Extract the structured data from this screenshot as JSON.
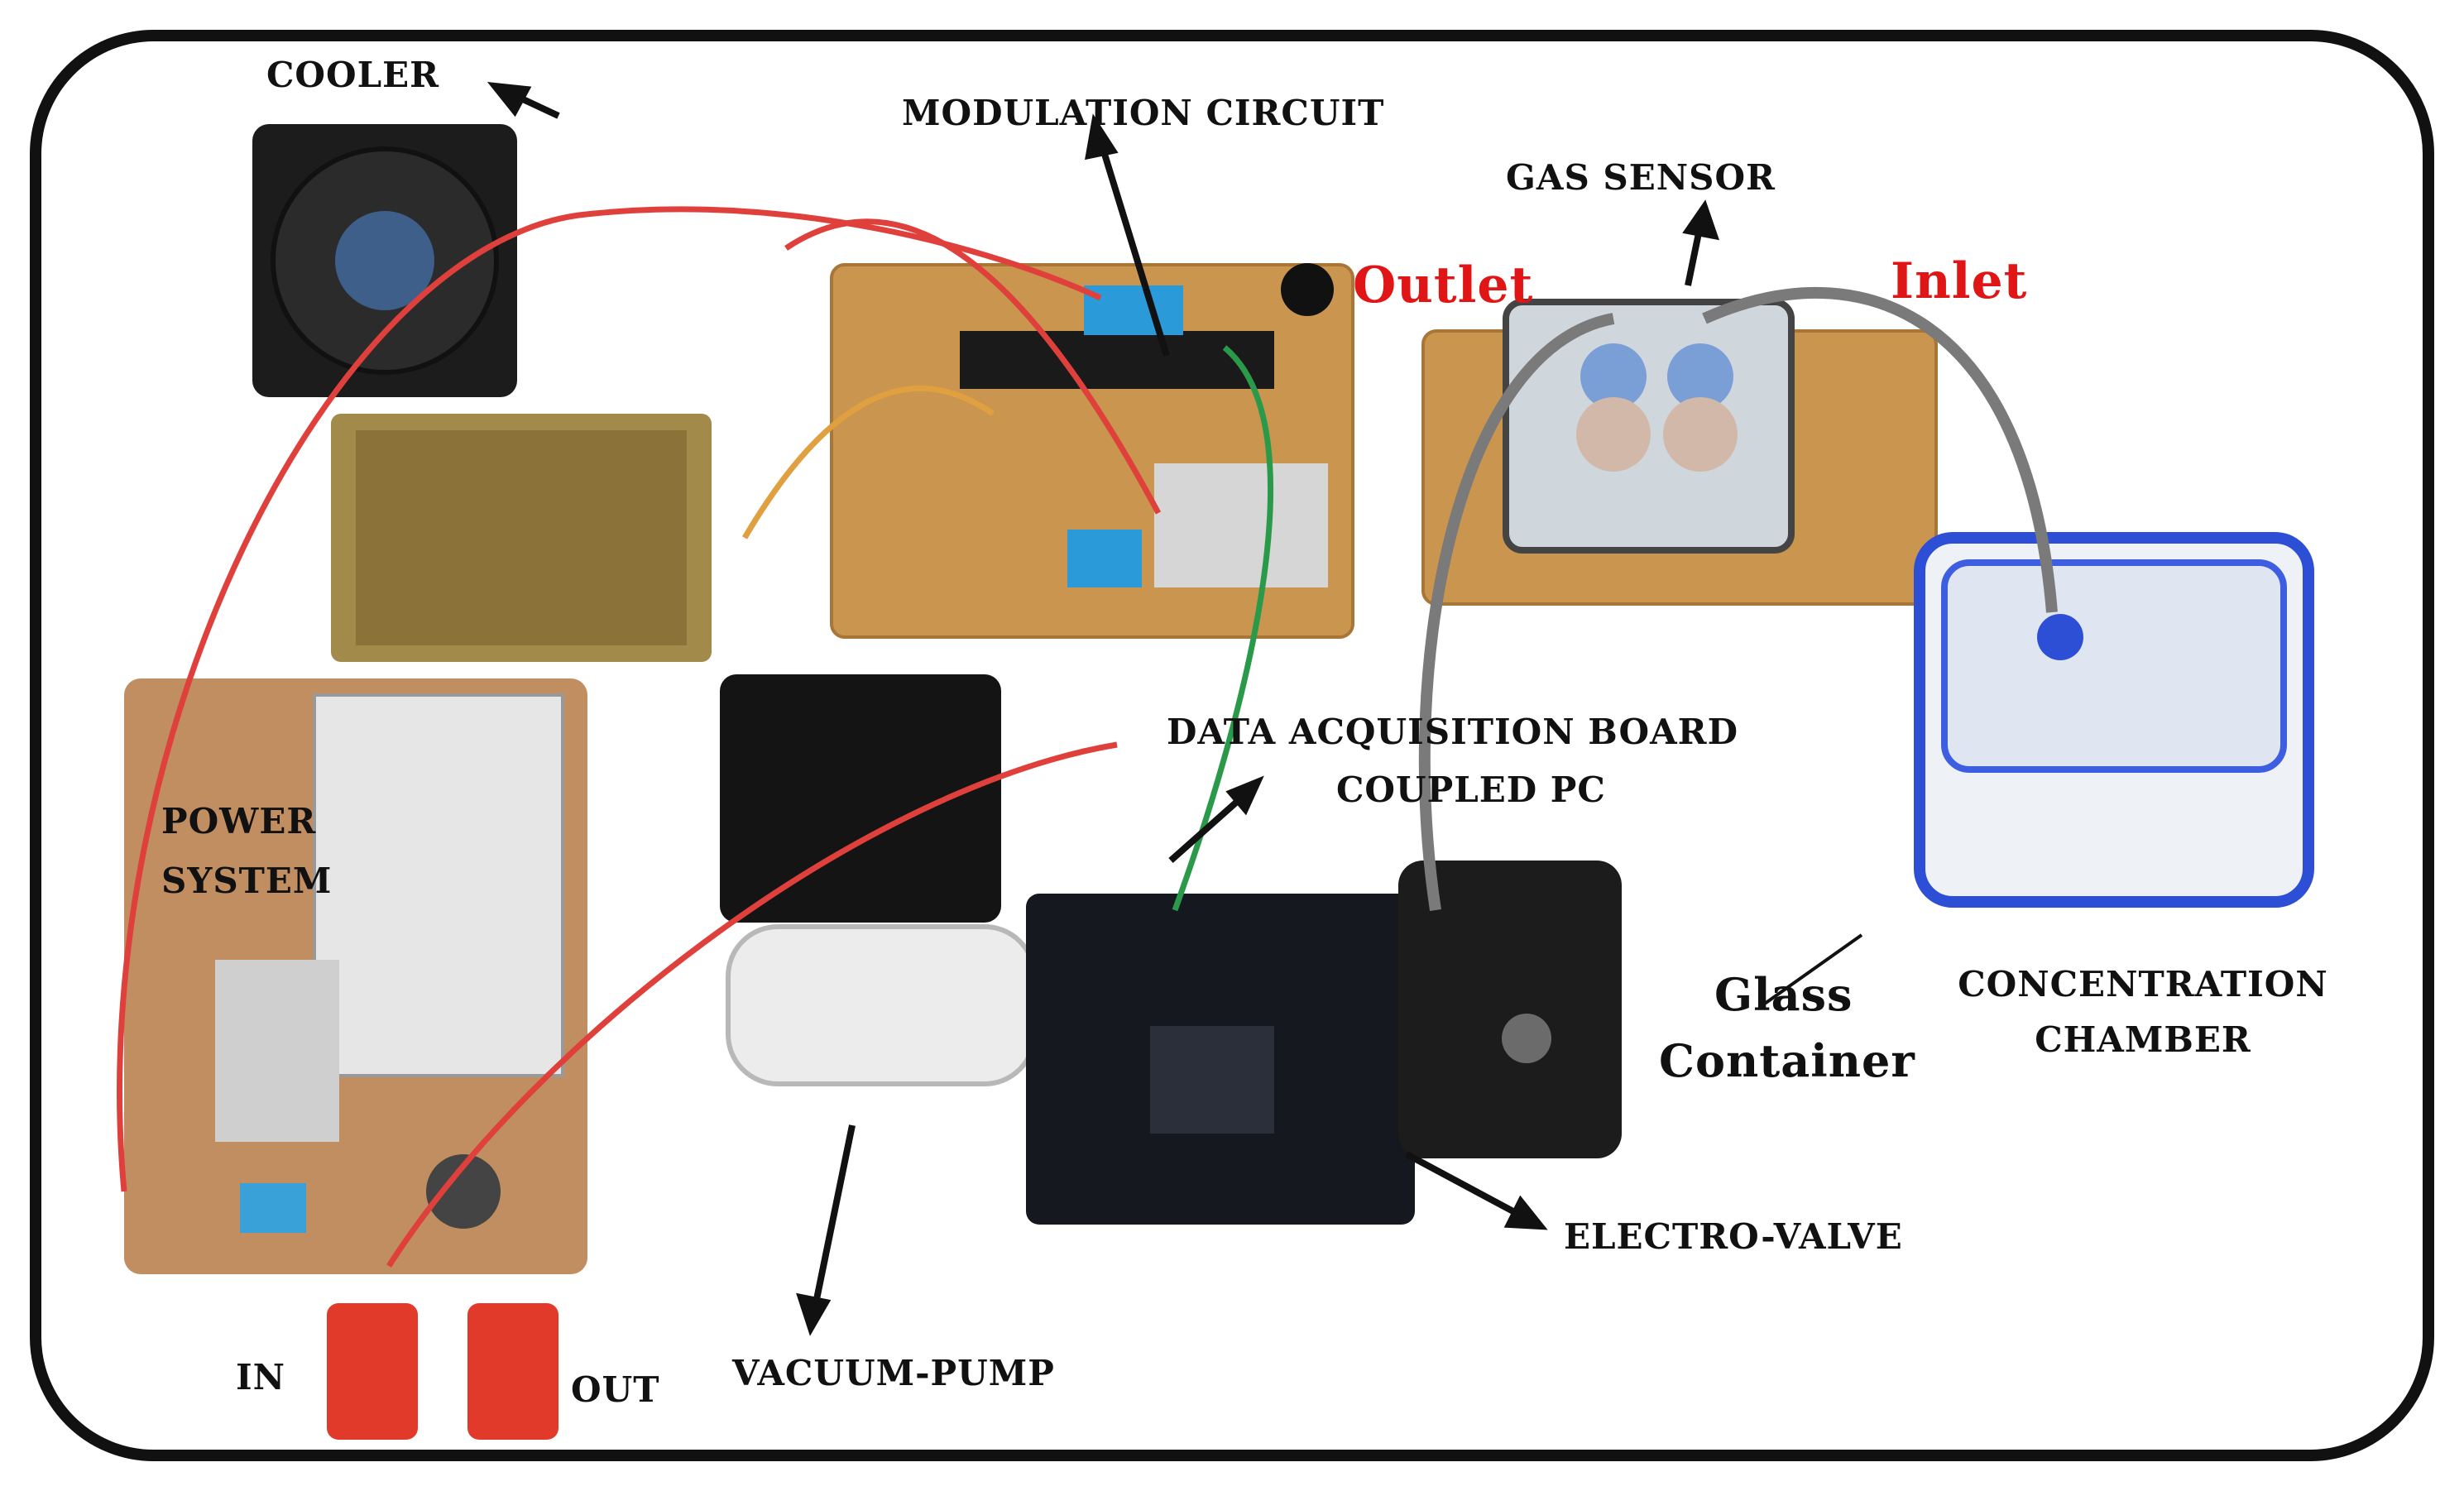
{
  "labels": {
    "cooler": "COOLER",
    "modulation_circuit": "MODULATION CIRCUIT",
    "gas_sensor": "GAS SENSOR",
    "outlet": "Outlet",
    "inlet": "Inlet",
    "power_system_line1": "POWER",
    "power_system_line2": "SYSTEM",
    "daq_line1": "DATA ACQUISITION BOARD",
    "daq_line2": "COUPLED PC",
    "glass_container_line1": "Glass",
    "glass_container_line2": "Container",
    "concentration_chamber_line1": "CONCENTRATION",
    "concentration_chamber_line2": "CHAMBER",
    "electro_valve": "ELECTRO-VALVE",
    "in": "IN",
    "out": "OUT",
    "vacuum_pump": "VACUUM-PUMP"
  },
  "colors": {
    "label_red": "#e01515",
    "label_black": "#111111",
    "pcb": "#c9954f",
    "wire_red": "#e0403c",
    "container_blue": "#2c4fd6"
  }
}
